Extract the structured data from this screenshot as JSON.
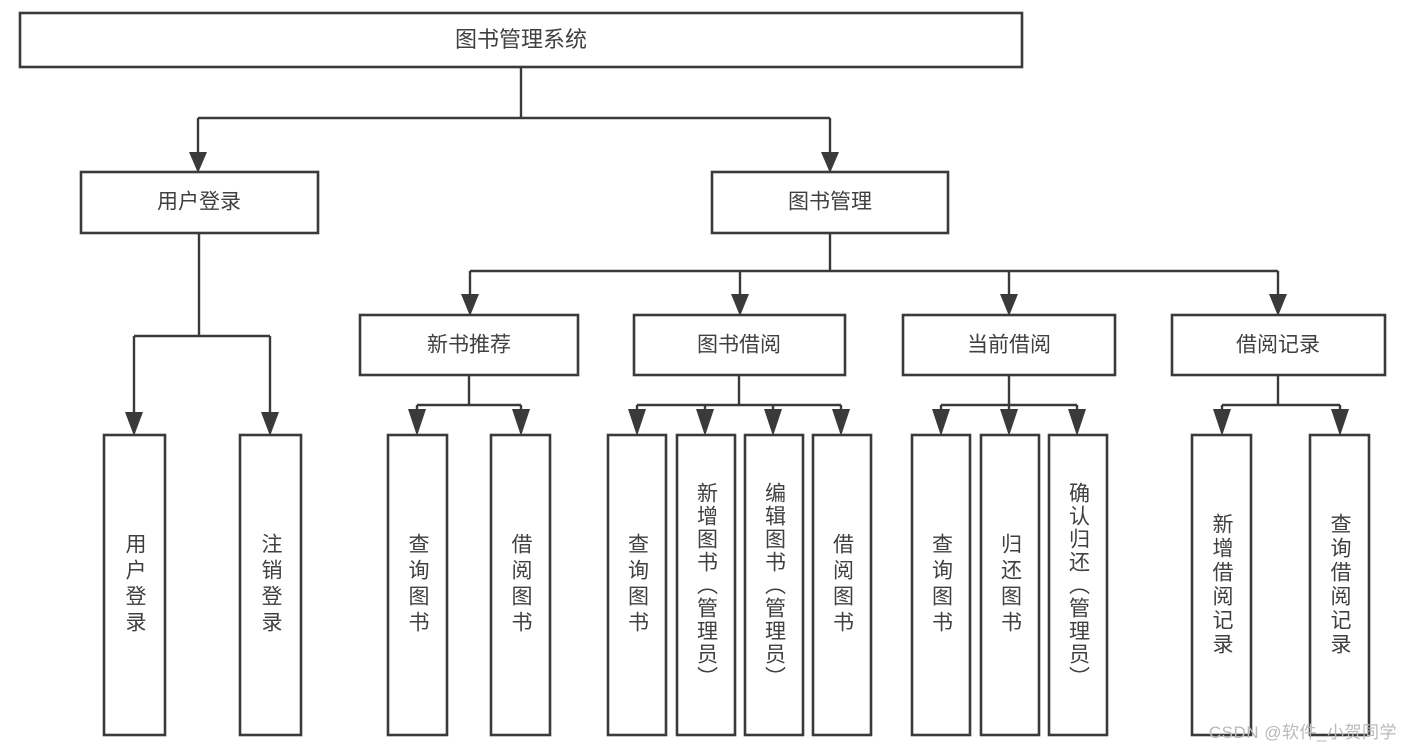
{
  "diagram": {
    "title": "图书管理系统",
    "type": "tree",
    "root": {
      "label": "图书管理系统",
      "orientation": "horizontal"
    },
    "level1": [
      {
        "label": "用户登录",
        "orientation": "horizontal"
      },
      {
        "label": "图书管理",
        "orientation": "horizontal"
      }
    ],
    "level2": [
      {
        "label": "新书推荐",
        "orientation": "horizontal"
      },
      {
        "label": "图书借阅",
        "orientation": "horizontal"
      },
      {
        "label": "当前借阅",
        "orientation": "horizontal"
      },
      {
        "label": "借阅记录",
        "orientation": "horizontal"
      }
    ],
    "leaves": [
      {
        "label": "用户登录",
        "parent": "用户登录",
        "orientation": "vertical"
      },
      {
        "label": "注销登录",
        "parent": "用户登录",
        "orientation": "vertical"
      },
      {
        "label": "查询图书",
        "parent": "新书推荐",
        "orientation": "vertical"
      },
      {
        "label": "借阅图书",
        "parent": "新书推荐",
        "orientation": "vertical"
      },
      {
        "label": "查询图书",
        "parent": "图书借阅",
        "orientation": "vertical"
      },
      {
        "label": "新增图书（管理员）",
        "parent": "图书借阅",
        "orientation": "vertical"
      },
      {
        "label": "编辑图书（管理员）",
        "parent": "图书借阅",
        "orientation": "vertical"
      },
      {
        "label": "借阅图书",
        "parent": "图书借阅",
        "orientation": "vertical"
      },
      {
        "label": "查询图书",
        "parent": "当前借阅",
        "orientation": "vertical"
      },
      {
        "label": "归还图书",
        "parent": "当前借阅",
        "orientation": "vertical"
      },
      {
        "label": "确认归还（管理员）",
        "parent": "当前借阅",
        "orientation": "vertical"
      },
      {
        "label": "新增借阅记录",
        "parent": "借阅记录",
        "orientation": "vertical"
      },
      {
        "label": "查询借阅记录",
        "parent": "借阅记录",
        "orientation": "vertical"
      }
    ]
  },
  "watermark": {
    "text": "CSDN @软件_小贺同学"
  },
  "colors": {
    "stroke": "#3a3a3a",
    "box_fill": "#ffffff",
    "text": "#404040",
    "background": "#ffffff",
    "watermark": "#b9b9b9"
  }
}
